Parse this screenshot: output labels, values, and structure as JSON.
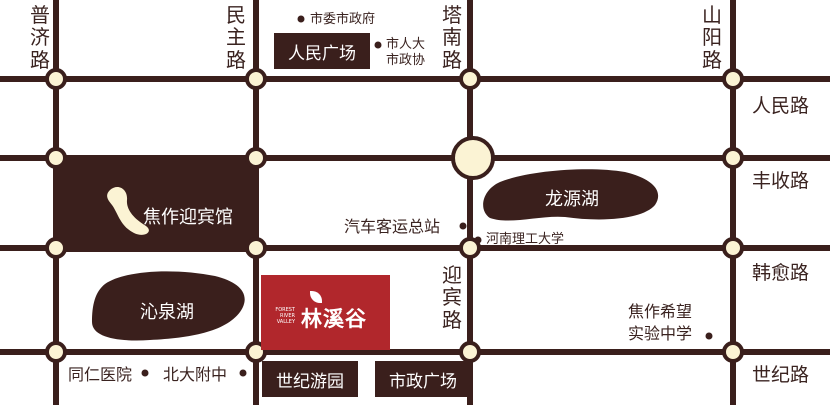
{
  "colors": {
    "road": "#3a1f1c",
    "block": "#3a1f1c",
    "project": "#b1272c",
    "junction": "#fbf3d4",
    "text": "#3a2320"
  },
  "roads": {
    "vertical": [
      "普济路",
      "民主路",
      "塔南路",
      "山阳路",
      "迎宾路"
    ],
    "horizontal": [
      "人民路",
      "丰收路",
      "韩愈路",
      "世纪路"
    ]
  },
  "blocks": {
    "people_square": "人民广场",
    "century_park": "世纪游园",
    "civic_square": "市政广场"
  },
  "water": {
    "longyuan_lake": "龙源湖",
    "qinquan_lake": "沁泉湖"
  },
  "districts": {
    "guesthouse": "焦作迎宾馆"
  },
  "poi": {
    "municipal_gov": "市委市政府",
    "npc_cppcc": "市人大\n市政协",
    "bus_station": "汽车客运总站",
    "henan_polytechnic": "河南理工大学",
    "hope_school": "焦作希望\n实验中学",
    "tongren_hospital": "同仁医院",
    "beida_school": "北大附中"
  },
  "project": {
    "name": "林溪谷",
    "english": "FOREST RIVER VALLEY"
  }
}
